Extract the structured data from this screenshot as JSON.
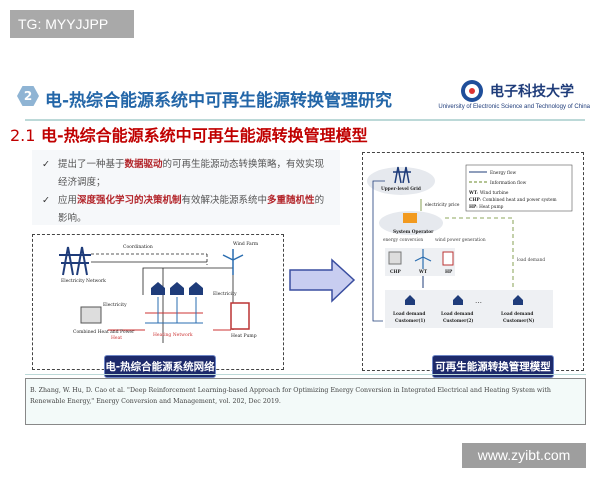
{
  "overlay_tag": "TG: MYYJJPP",
  "watermark": "www.zyibt.com",
  "header": {
    "section_number": "2",
    "title": "电-热综合能源系统中可再生能源转换管理研究",
    "logo_cn": "电子科技大学",
    "logo_en": "University of Electronic Science and Technology of China"
  },
  "subtitle": {
    "number": "2.1",
    "text": "电-热综合能源系统中可再生能源转换管理模型"
  },
  "bullets": [
    {
      "pre": "提出了一种基于",
      "hl": "数据驱动",
      "post": "的可再生能源动态转换策略，有效实现经济调度；",
      "hl2": "",
      "post2": ""
    },
    {
      "pre": "应用",
      "hl": "深度强化学习的决策机制",
      "post": "有效解决能源系统中",
      "hl2": "多重随机性",
      "post2": "的影响。"
    }
  ],
  "left_diagram": {
    "label": "电-热综合能源系统网络",
    "coordination": "Coordination",
    "electricity_network": "Electricity Network",
    "wind_farm": "Wind Farm",
    "electricity": "Electricity",
    "chp": "Combined Heat and Power",
    "heat": "Heat",
    "heating_network": "Heating Network",
    "heat_pump": "Heat Pump"
  },
  "right_diagram": {
    "label": "可再生能源转换管理模型",
    "legend": {
      "energy_flow": "Energy flow",
      "information_flow": "Information flow",
      "wt": "WT",
      "wt_desc": ": Wind turbine",
      "chp": "CHP",
      "chp_desc": ": Combined heat and power system",
      "hp": "HP",
      "hp_desc": ": Heat pump"
    },
    "upper_grid": "Upper-level Grid",
    "electricity_price": "electricity price",
    "system_operator": "System Operator",
    "energy_conversion": "energy conversion",
    "wind_power_generation": "wind power generation",
    "load_demand": "load demand",
    "chp": "CHP",
    "wt": "WT",
    "hp": "HP",
    "customers": [
      {
        "l1": "Load demand",
        "l2": "Customer(1)"
      },
      {
        "l1": "Load demand",
        "l2": "Customer(2)"
      },
      {
        "l1": "Load demand",
        "l2": "Customer(N)"
      }
    ],
    "ellipsis": "⋯"
  },
  "citation": "B. Zhang, W. Hu, D. Cao et al. \"Deep Reinforcement Learning-based Approach for Optimizing Energy Conversion in Integrated Electrical and Heating System with Renewable Energy,\" Energy Conversion and Management, vol. 202, Dec 2019.",
  "colors": {
    "title_blue": "#2366a8",
    "subtitle_red": "#c00000",
    "pill_navy": "#1d2a6b",
    "highlight": "#b3262b"
  }
}
